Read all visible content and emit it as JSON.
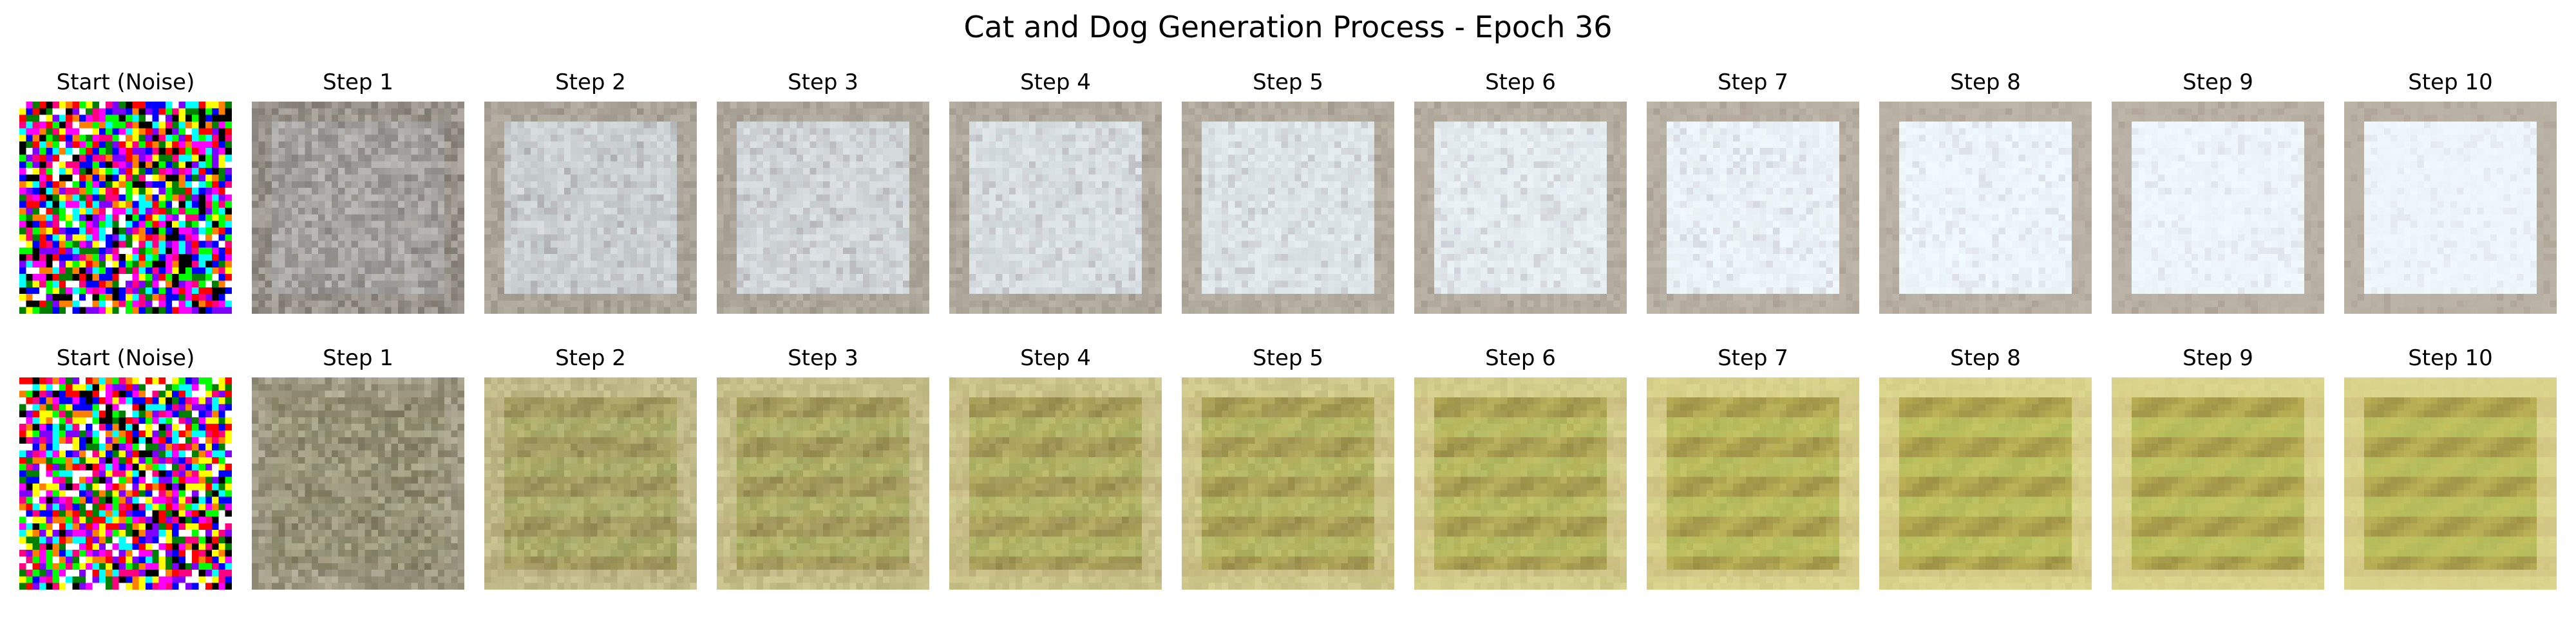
{
  "figure": {
    "title": "Cat and Dog Generation Process - Epoch 36"
  },
  "rows": [
    {
      "theme": {
        "noise": true,
        "base": "#f0f6fb",
        "frame": "#b5ab9b",
        "accent": "#dff3f8",
        "shadow": "#8a8a96"
      },
      "panels": [
        {
          "label": "Start (Noise)",
          "step": 0
        },
        {
          "label": "Step 1",
          "step": 1
        },
        {
          "label": "Step 2",
          "step": 2
        },
        {
          "label": "Step 3",
          "step": 3
        },
        {
          "label": "Step 4",
          "step": 4
        },
        {
          "label": "Step 5",
          "step": 5
        },
        {
          "label": "Step 6",
          "step": 6
        },
        {
          "label": "Step 7",
          "step": 7
        },
        {
          "label": "Step 8",
          "step": 8
        },
        {
          "label": "Step 9",
          "step": 9
        },
        {
          "label": "Step 10",
          "step": 10
        }
      ]
    },
    {
      "theme": {
        "noise": true,
        "base": "#c9c25e",
        "frame": "#e3d893",
        "accent": "#9fb65a",
        "shadow": "#7a6a32"
      },
      "panels": [
        {
          "label": "Start (Noise)",
          "step": 0
        },
        {
          "label": "Step 1",
          "step": 1
        },
        {
          "label": "Step 2",
          "step": 2
        },
        {
          "label": "Step 3",
          "step": 3
        },
        {
          "label": "Step 4",
          "step": 4
        },
        {
          "label": "Step 5",
          "step": 5
        },
        {
          "label": "Step 6",
          "step": 6
        },
        {
          "label": "Step 7",
          "step": 7
        },
        {
          "label": "Step 8",
          "step": 8
        },
        {
          "label": "Step 9",
          "step": 9
        },
        {
          "label": "Step 10",
          "step": 10
        }
      ]
    }
  ]
}
